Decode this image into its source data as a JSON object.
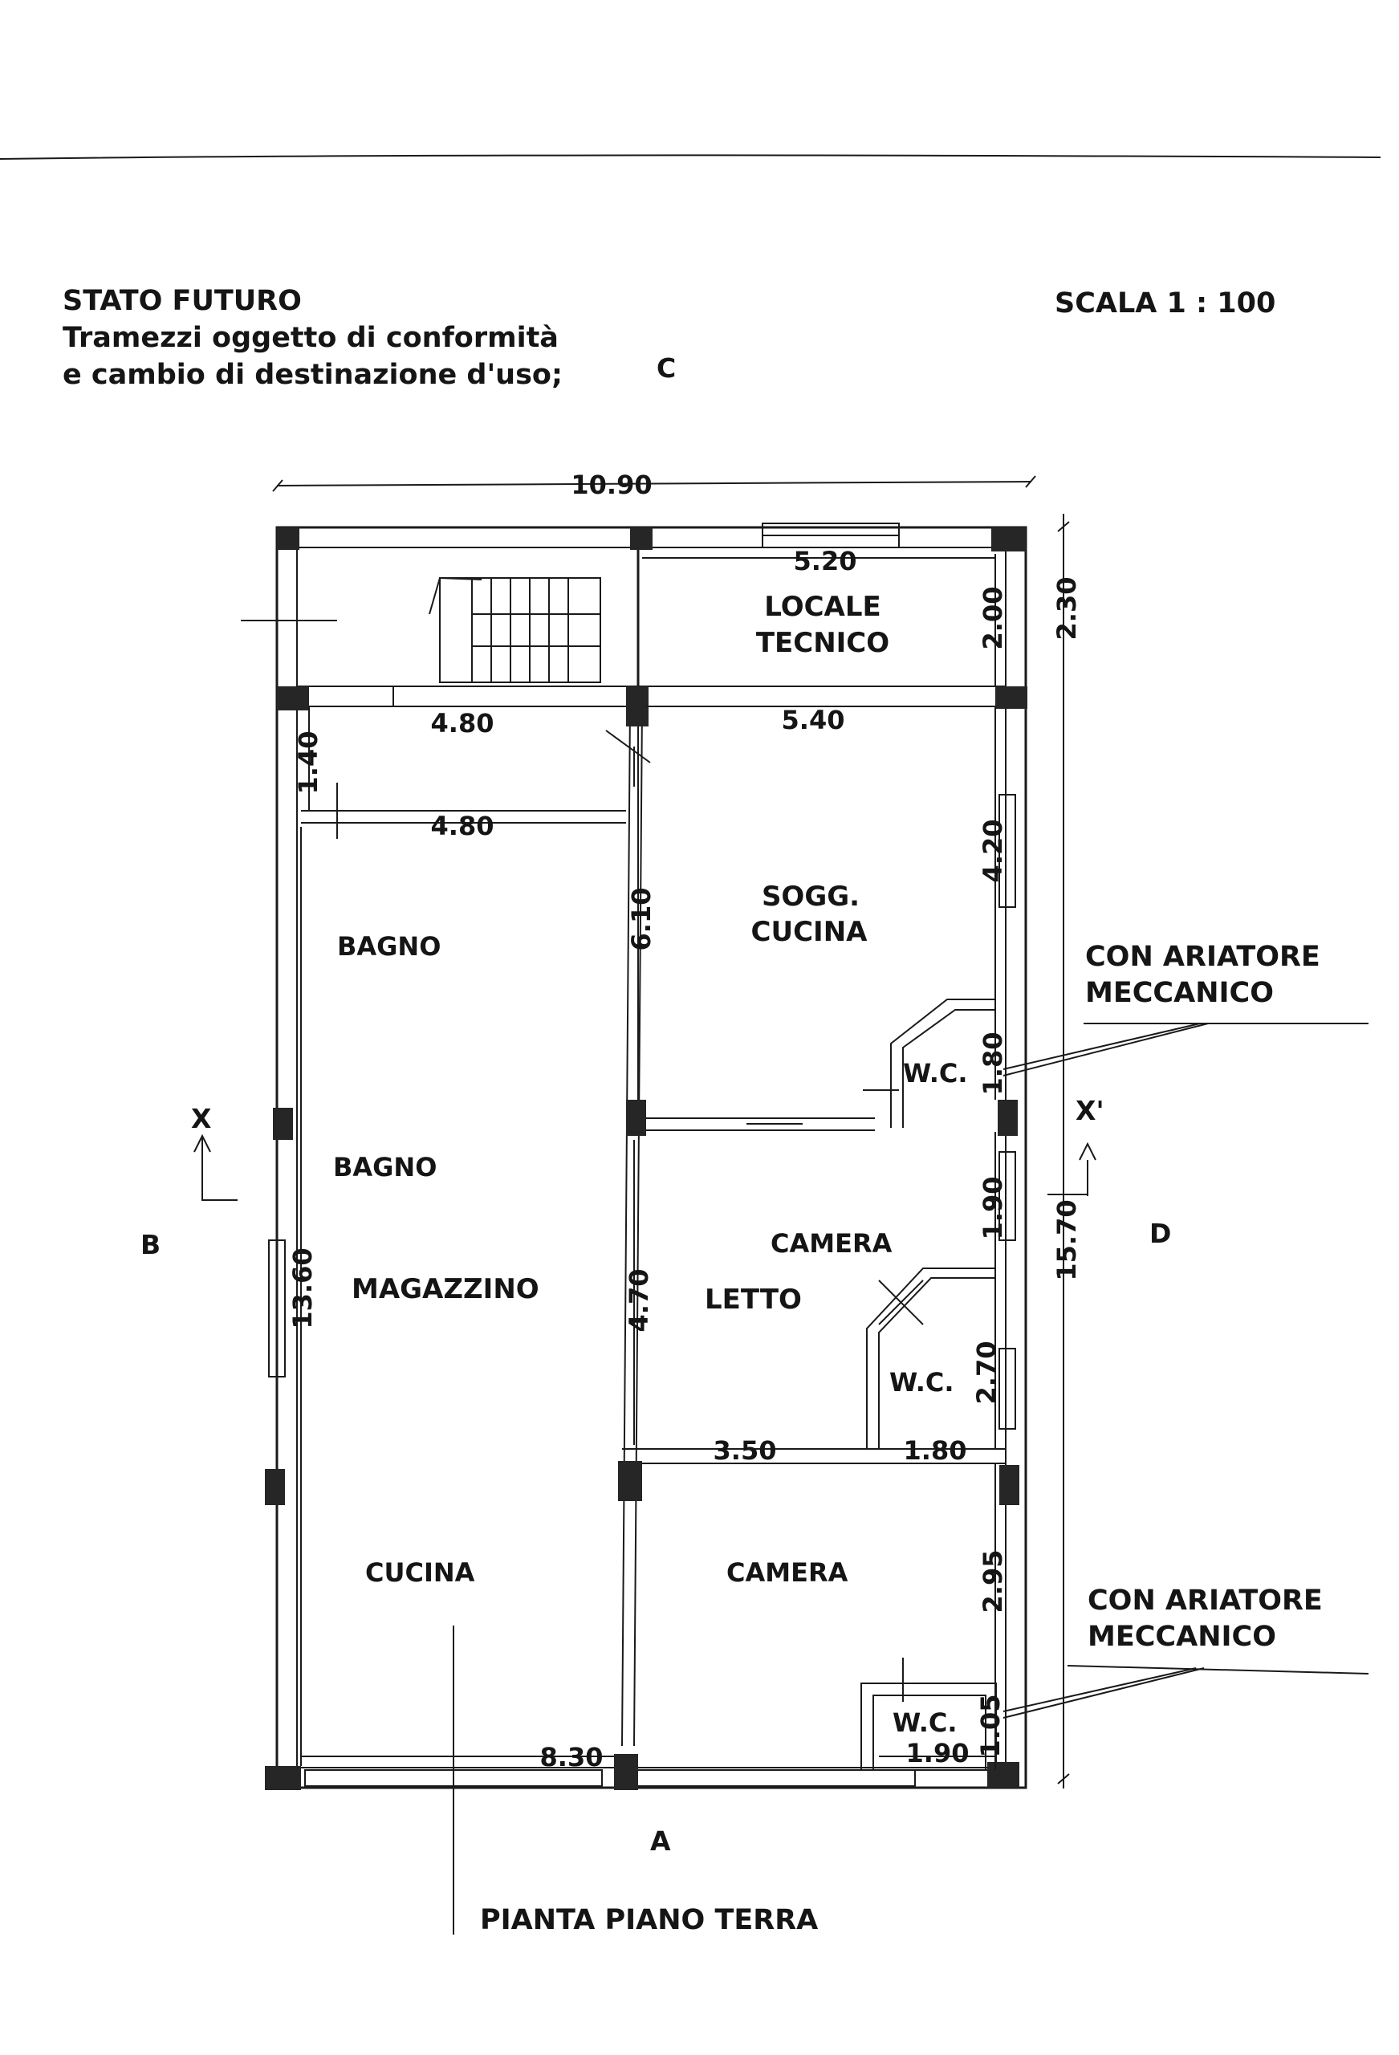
{
  "header": {
    "state": "STATO FUTURO",
    "line1": "Tramezzi oggetto di conformità",
    "line2": "e cambio di destinazione d'uso;",
    "scale": "SCALA 1 : 100"
  },
  "orientation": {
    "top": "C",
    "bottom": "A",
    "left": "B",
    "right": "D",
    "section_left": "X",
    "section_right": "X'"
  },
  "rooms": {
    "locale_tecnico": [
      "LOCALE",
      "TECNICO"
    ],
    "sogg_cucina": [
      "SOGG.",
      "CUCINA"
    ],
    "magazzino": "MAGAZZINO",
    "letto": "LETTO",
    "wc": "W.C."
  },
  "notes": {
    "ariatore": [
      "CON ARIATORE",
      "MECCANICO"
    ]
  },
  "dimensions": {
    "total_width": "10.90",
    "total_depth": "15.70",
    "tecnico_w": "5.20",
    "tecnico_h": "2.00",
    "upper_side": "2.30",
    "corridor_w_top": "4.80",
    "corridor_w_bottom": "4.80",
    "corridor_h": "1.40",
    "cucina_w": "5.40",
    "cucina_h": "4.20",
    "wc1_h": "1.80",
    "partition_h": "6.10",
    "magazzino_h": "13.60",
    "letto_h": "4.70",
    "wc2_upper": "1.90",
    "wc2_h": "2.70",
    "letto_w": "3.50",
    "wc2_w": "1.80",
    "lower_h": "2.95",
    "wc3_h": "1.05",
    "bottom_w": "8.30",
    "wc3_w": "1.90"
  },
  "title": "PIANTA PIANO TERRA",
  "faded_labels": [
    "BAGNO",
    "BAGNO",
    "CAMERA",
    "CUCINA",
    "CAMERA"
  ]
}
